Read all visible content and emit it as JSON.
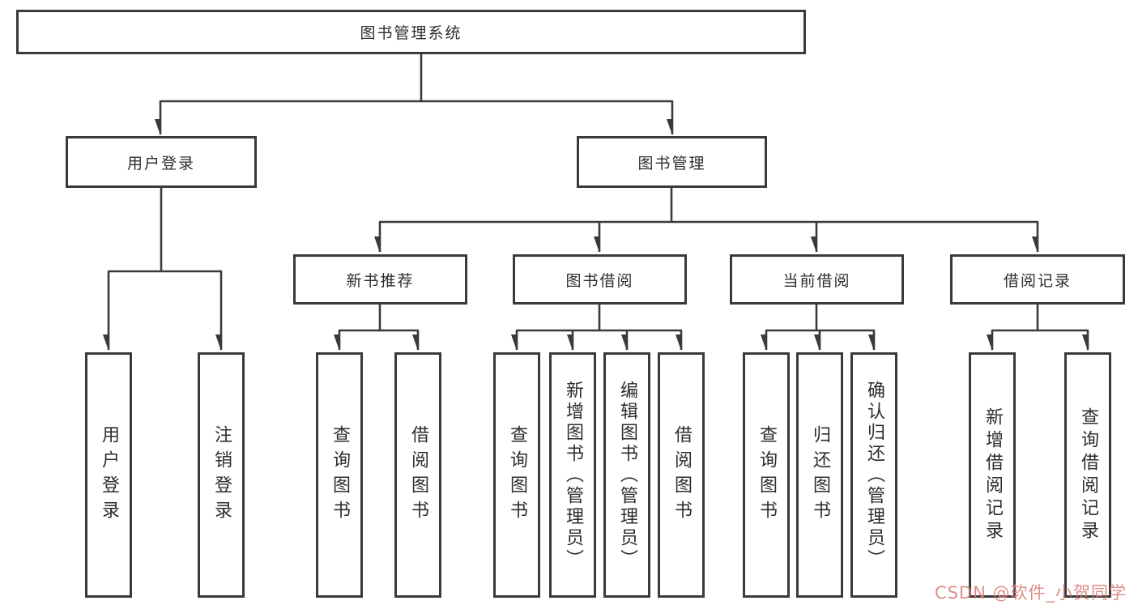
{
  "diagram": {
    "title": "图书管理系统",
    "line_color": "#3a3a3a",
    "nodes": {
      "root": "图书管理系统",
      "user_login": "用户登录",
      "book_mgmt": "图书管理",
      "new_book_rec": "新书推荐",
      "book_borrow": "图书借阅",
      "current_borrow": "当前借阅",
      "borrow_records": "借阅记录",
      "leaf_user_login": "用户登录",
      "leaf_logout": "注销登录",
      "rec_query_books": "查询图书",
      "rec_borrow_books": "借阅图书",
      "bb_query_books": "查询图书",
      "bb_add_books": "新增图书（管理员）",
      "bb_edit_books": "编辑图书（管理员）",
      "bb_borrow_books": "借阅图书",
      "cb_query_books": "查询图书",
      "cb_return_books": "归还图书",
      "cb_confirm_return": "确认归还（管理员）",
      "br_add_record": "新增借阅记录",
      "br_query_record": "查询借阅记录"
    },
    "structure": {
      "图书管理系统": {
        "用户登录": [
          "用户登录",
          "注销登录"
        ],
        "图书管理": {
          "新书推荐": [
            "查询图书",
            "借阅图书"
          ],
          "图书借阅": [
            "查询图书",
            "新增图书（管理员）",
            "编辑图书（管理员）",
            "借阅图书"
          ],
          "当前借阅": [
            "查询图书",
            "归还图书",
            "确认归还（管理员）"
          ],
          "借阅记录": [
            "新增借阅记录",
            "查询借阅记录"
          ]
        }
      }
    }
  },
  "watermark": {
    "text": "CSDN @软件_小贺同学",
    "color": "#d97b72"
  }
}
